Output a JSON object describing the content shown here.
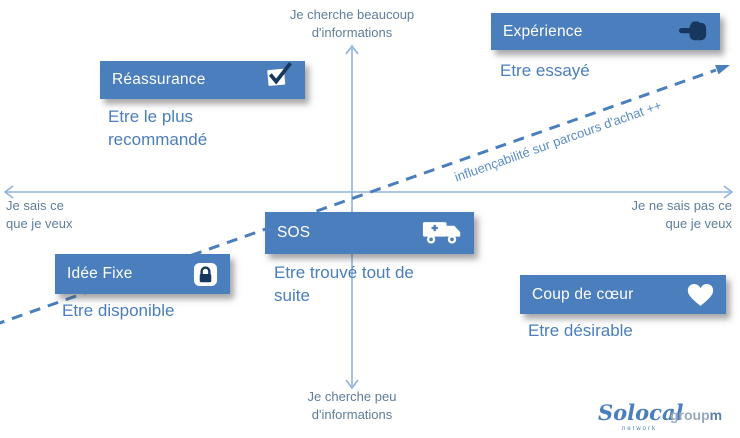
{
  "colors": {
    "box_blue": "#4a7ebc",
    "axis_blue": "#8fb3de",
    "icon_dark": "#17375e",
    "axis_label_gray_blue": "#5f7d9c",
    "diagonal_label_blue": "#5a8cc7"
  },
  "axes": {
    "top": "Je cherche beaucoup\nd'informations",
    "bottom": "Je cherche peu\nd'informations",
    "left": "Je sais ce\nque je veux",
    "right": "Je ne sais pas ce\nque je veux"
  },
  "diagonal_label": "influençabilité  sur parcours d'achat ++",
  "boxes": {
    "reassurance": {
      "title": "Réassurance",
      "icon": "checkbox-icon",
      "subtitle": "Etre le plus\nrecommandé"
    },
    "experience": {
      "title": "Expérience",
      "icon": "pointing-hand-icon",
      "subtitle": "Etre essayé"
    },
    "sos": {
      "title": "SOS",
      "icon": "truck-icon",
      "subtitle": "Etre trouvé tout de\nsuite"
    },
    "idee_fixe": {
      "title": "Idée Fixe",
      "icon": "lock-icon",
      "subtitle": "Etre disponible"
    },
    "coup_de_coeur": {
      "title": "Coup de cœur",
      "icon": "heart-icon",
      "subtitle": "Etre désirable"
    }
  },
  "footer": {
    "brand": "Solocal",
    "brand_sub": "network",
    "partner_prefix": "group",
    "partner_suffix": "m"
  }
}
